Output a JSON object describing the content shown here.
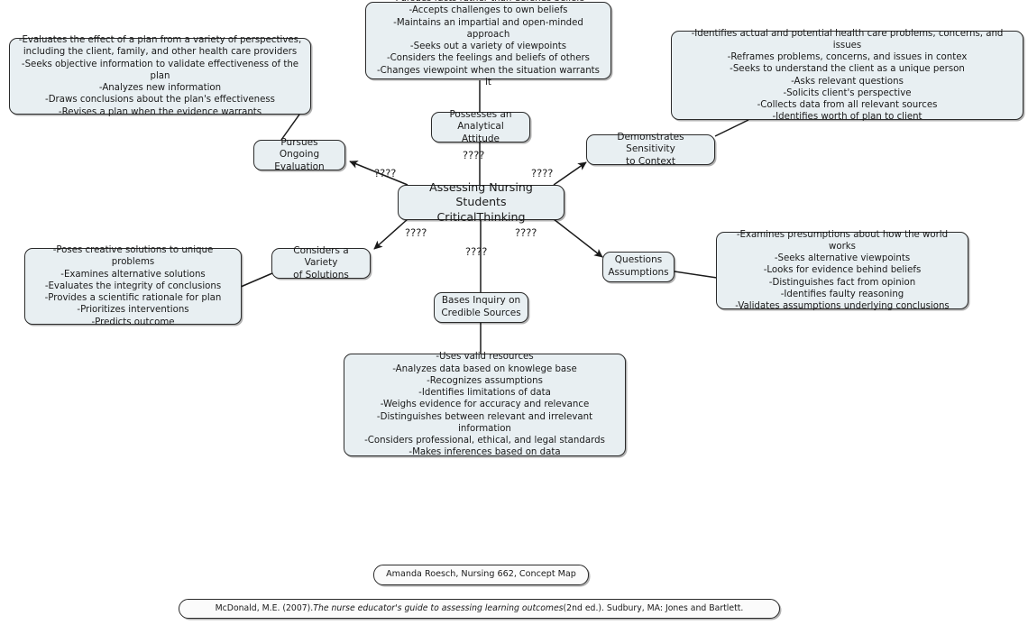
{
  "diagram": {
    "title": "Assessing Nursing Students CriticalThinking Concept Map",
    "colors": {
      "node_fill": "#e8eff2",
      "node_border": "#2b2b2b",
      "plain_fill": "#fbfbfb",
      "edge": "#1a1a1a",
      "background": "#ffffff"
    },
    "central": {
      "label": "Assessing Nursing Students\nCriticalThinking"
    },
    "concepts": [
      {
        "id": "pursues-ongoing-evaluation",
        "label": "Pursues Ongoing\nEvaluation"
      },
      {
        "id": "possesses-analytical-attitude",
        "label": "Possesses an\nAnalytical Attitude"
      },
      {
        "id": "demonstrates-sensitivity-to-context",
        "label": "Demonstrates Sensitivity\nto Context"
      },
      {
        "id": "considers-variety-of-solutions",
        "label": "Considers a Variety\nof Solutions"
      },
      {
        "id": "bases-inquiry-on-credible-sources",
        "label": "Bases Inquiry on\nCredible Sources"
      },
      {
        "id": "questions-assumptions",
        "label": "Questions\nAssumptions"
      }
    ],
    "details": [
      {
        "id": "detail-ongoing-evaluation",
        "for": "pursues-ongoing-evaluation",
        "text": "-Evaluates the effect of a plan from a variety of perspectives,\nincluding the client, family, and other health care providers\n-Seeks objective information to validate effectiveness of the plan\n-Analyzes new information\n-Draws conclusions about the plan's effectiveness\n-Revises a plan when the evidence warrants"
      },
      {
        "id": "detail-analytical-attitude",
        "for": "possesses-analytical-attitude",
        "text": "-Pursues facts rather than defends beliefs\n-Accepts challenges to own beliefs\n-Maintains an impartial and open-minded approach\n-Seeks out a variety of viewpoints\n-Considers the feelings and beliefs of others\n-Changes viewpoint when the situation warrants it"
      },
      {
        "id": "detail-sensitivity-to-context",
        "for": "demonstrates-sensitivity-to-context",
        "text": "-Identifies actual and potential health care problems, concerns, and issues\n-Reframes problems, concerns, and issues in contex\n-Seeks to understand the client as a unique person\n-Asks relevant questions\n-Solicits client's perspective\n-Collects data from all relevant sources\n-Identifies worth of plan to client"
      },
      {
        "id": "detail-variety-of-solutions",
        "for": "considers-variety-of-solutions",
        "text": "-Poses creative solutions to unique problems\n-Examines alternative solutions\n-Evaluates the integrity of conclusions\n-Provides a scientific rationale for plan\n-Prioritizes interventions\n-Predicts outcome"
      },
      {
        "id": "detail-questions-assumptions",
        "for": "questions-assumptions",
        "text": "-Examines presumptions about how the world works\n-Seeks alternative viewpoints\n-Looks for evidence behind beliefs\n-Distinguishes fact from opinion\n-Identifies faulty reasoning\n-Validates assumptions underlying conclusions"
      },
      {
        "id": "detail-credible-sources",
        "for": "bases-inquiry-on-credible-sources",
        "text": "-Uses valid resources\n-Analyzes data based on knowlege base\n-Recognizes assumptions\n-Identifies limitations of data\n-Weighs evidence for accuracy and relevance\n-Distinguishes between relevant and irrelevant information\n-Considers professional, ethical, and legal standards\n-Makes inferences based on data"
      }
    ],
    "edge_labels": [
      {
        "id": "edge-label-pursues",
        "text": "????"
      },
      {
        "id": "edge-label-analytical",
        "text": "????"
      },
      {
        "id": "edge-label-sensitivity",
        "text": "????"
      },
      {
        "id": "edge-label-solutions",
        "text": "????"
      },
      {
        "id": "edge-label-credible",
        "text": "????"
      },
      {
        "id": "edge-label-assumptions",
        "text": "????"
      }
    ],
    "footer": {
      "author_box": "Amanda Roesch, Nursing 662, Concept Map",
      "citation": {
        "prefix": "McDonald, M.E. (2007). ",
        "italic": "The nurse educator's guide to assessing learning outcomes",
        "suffix": " (2nd ed.). Sudbury, MA: Jones and Bartlett."
      }
    }
  }
}
